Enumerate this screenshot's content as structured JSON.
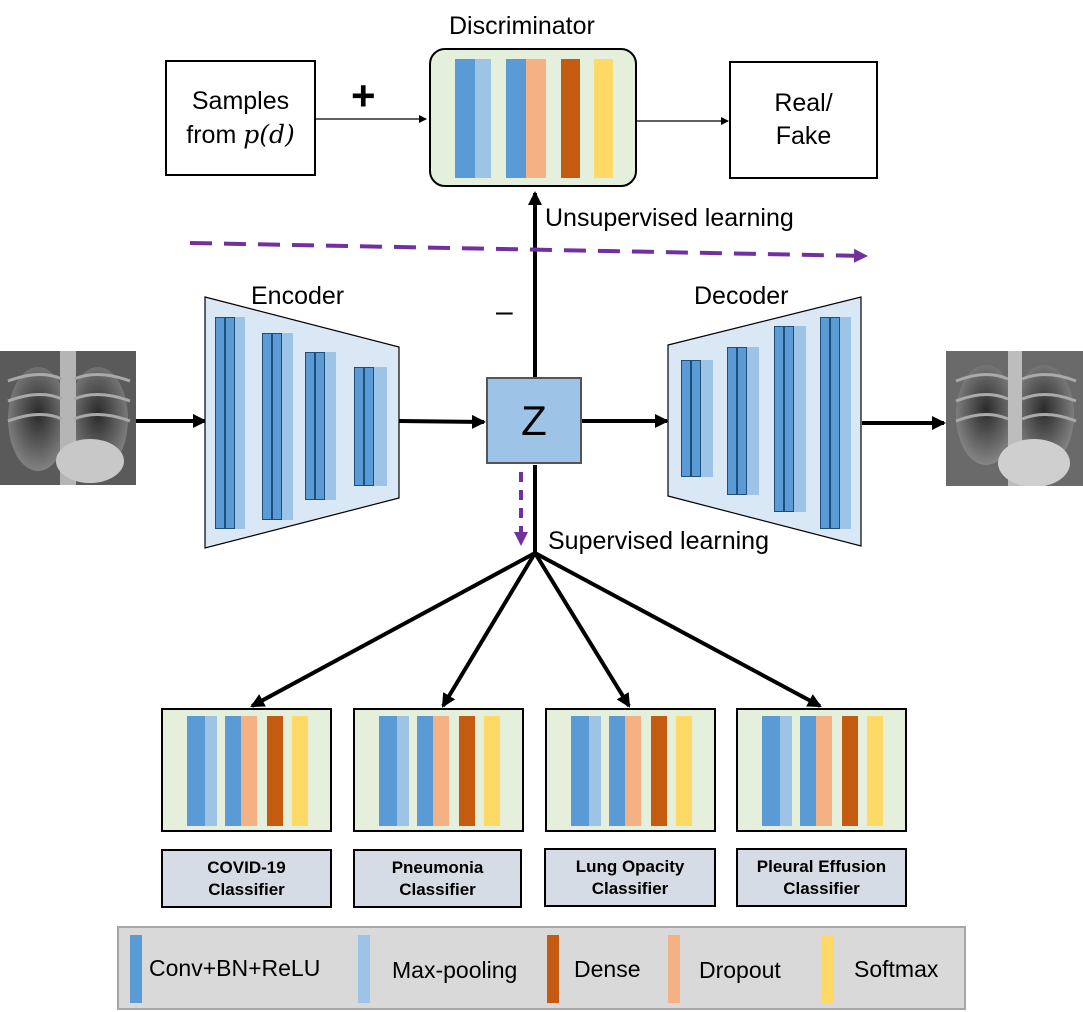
{
  "discriminator": {
    "title": "Discriminator"
  },
  "samples": {
    "line1": "Samples",
    "line2_prefix": "from ",
    "line2_math": "p(d)"
  },
  "plus_sign": "+",
  "minus_sign": "–",
  "output_box": {
    "line1": "Real/",
    "line2": "Fake"
  },
  "unsupervised_label": "Unsupervised learning",
  "supervised_label": "Supervised learning",
  "encoder_label": "Encoder",
  "decoder_label": "Decoder",
  "latent_label": "Z",
  "classifiers": [
    {
      "line1": "COVID-19",
      "line2": "Classifier"
    },
    {
      "line1": "Pneumonia",
      "line2": "Classifier"
    },
    {
      "line1": "Lung Opacity",
      "line2": "Classifier"
    },
    {
      "line1": "Pleural Effusion",
      "line2": "Classifier"
    }
  ],
  "legend": [
    {
      "label": "Conv+BN+ReLU",
      "color": "#5b9bd5"
    },
    {
      "label": "Max-pooling",
      "color": "#9dc3e6"
    },
    {
      "label": "Dense",
      "color": "#c55a11"
    },
    {
      "label": "Dropout",
      "color": "#f4b183"
    },
    {
      "label": "Softmax",
      "color": "#ffd966"
    }
  ],
  "colors": {
    "conv": "#5b9bd5",
    "pool": "#9dc3e6",
    "dense": "#c55a11",
    "dropout": "#f4b183",
    "softmax": "#ffd966",
    "panel_green": "#e4efdc",
    "encoder_fill": "#dae7f5",
    "latent_fill": "#9dc3e6",
    "dashed_arrow": "#7030a0",
    "classifier_label_fill": "#d6dce5"
  }
}
